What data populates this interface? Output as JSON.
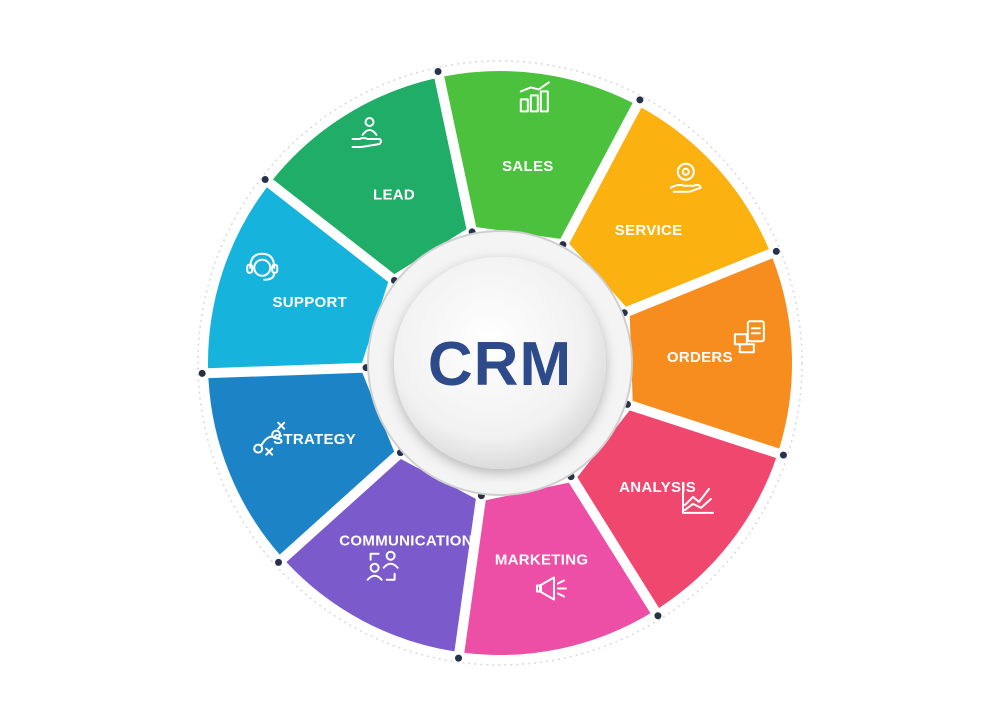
{
  "center": {
    "label": "CRM"
  },
  "segments": [
    {
      "label": "SALES",
      "icon": "sales-chart-icon",
      "color": "#4cc13d"
    },
    {
      "label": "SERVICE",
      "icon": "gear-hand-icon",
      "color": "#fbb10f"
    },
    {
      "label": "ORDERS",
      "icon": "clipboard-boxes-icon",
      "color": "#f78d1f"
    },
    {
      "label": "ANALYSIS",
      "icon": "line-chart-icon",
      "color": "#f0476f"
    },
    {
      "label": "MARKETING",
      "icon": "megaphone-icon",
      "color": "#ee4fa6"
    },
    {
      "label": "COMMUNICATION",
      "icon": "people-exchange-icon",
      "color": "#7b5acc"
    },
    {
      "label": "STRATEGY",
      "icon": "strategy-play-icon",
      "color": "#1c84c6"
    },
    {
      "label": "SUPPORT",
      "icon": "headset-icon",
      "color": "#16b4dd"
    },
    {
      "label": "LEAD",
      "icon": "hand-person-icon",
      "color": "#1fad68"
    }
  ],
  "colors": {
    "center_text": "#2d4a8a",
    "ring": "#d9d9d9",
    "connector": "#25324a"
  }
}
